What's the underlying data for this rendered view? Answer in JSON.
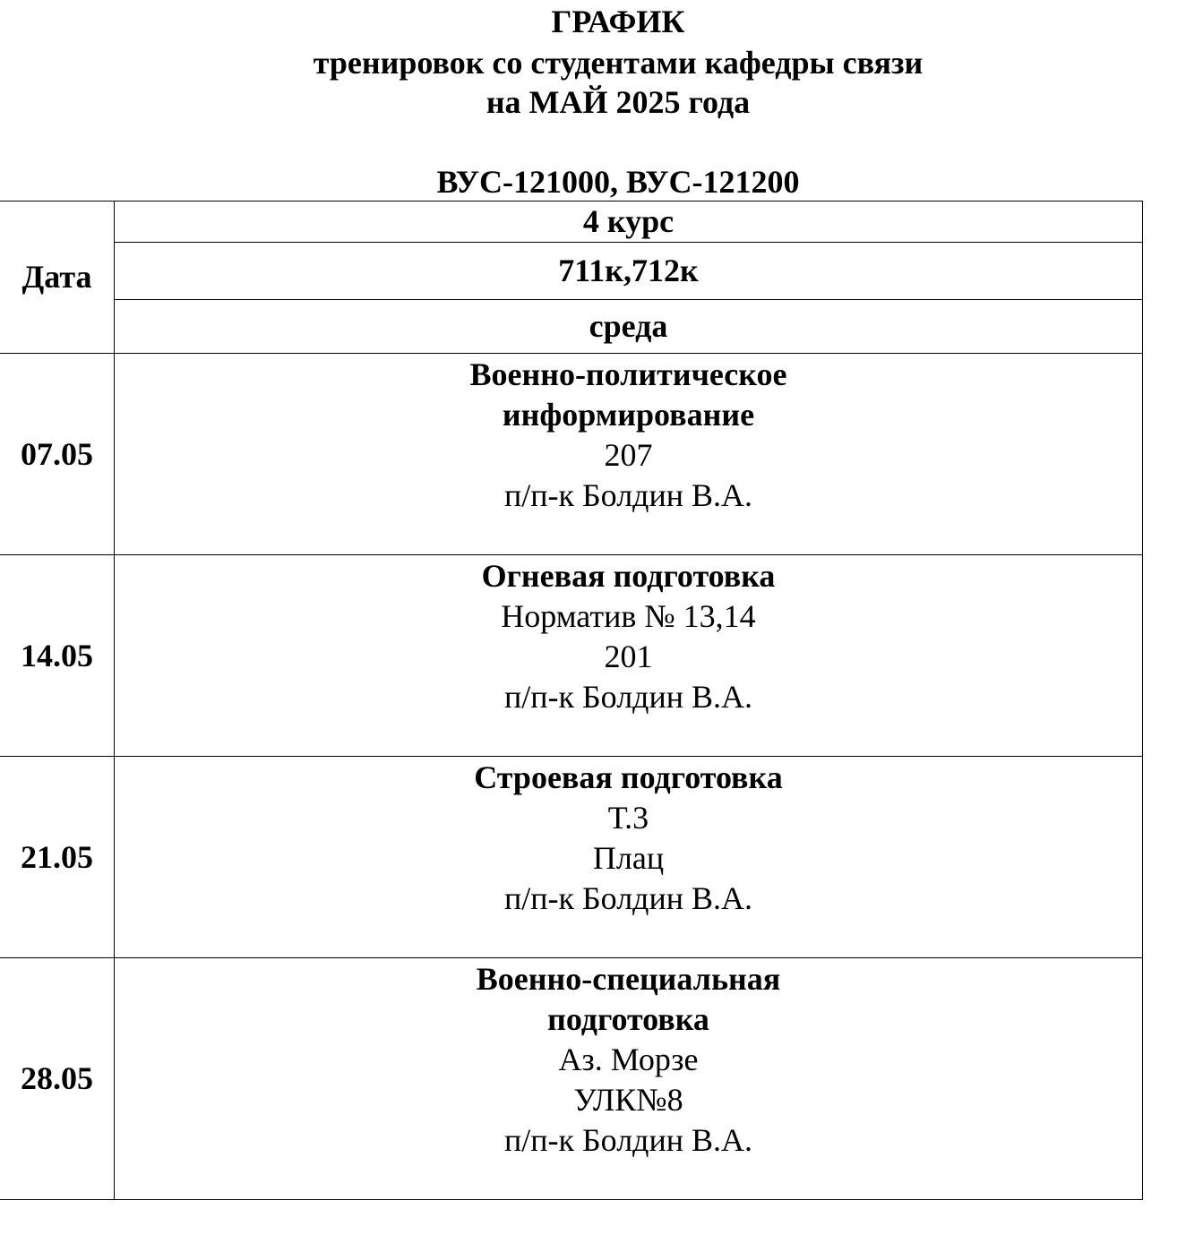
{
  "title": {
    "line1": "ГРАФИК",
    "line2": "тренировок со студентами кафедры связи",
    "line3": "на МАЙ 2025 года",
    "line4": "ВУС-121000, ВУС-121200"
  },
  "header": {
    "date_label": "Дата",
    "course": "4 курс",
    "groups": "711к,712к",
    "weekday": "среда"
  },
  "rows": [
    {
      "date": "07.05",
      "subject_lines": [
        "Военно-политическое",
        "информирование"
      ],
      "details": [
        "207",
        "п/п-к Болдин В.А."
      ]
    },
    {
      "date": "14.05",
      "subject_lines": [
        "Огневая подготовка"
      ],
      "details": [
        "Норматив № 13,14",
        "201",
        "п/п-к Болдин В.А."
      ]
    },
    {
      "date": "21.05",
      "subject_lines": [
        "Строевая подготовка"
      ],
      "details": [
        "Т.3",
        "Плац",
        "п/п-к Болдин В.А."
      ]
    },
    {
      "date": "28.05",
      "subject_lines": [
        "Военно-специальная",
        "подготовка"
      ],
      "details": [
        "Аз. Морзе",
        "УЛК№8",
        "п/п-к Болдин В.А."
      ]
    }
  ]
}
